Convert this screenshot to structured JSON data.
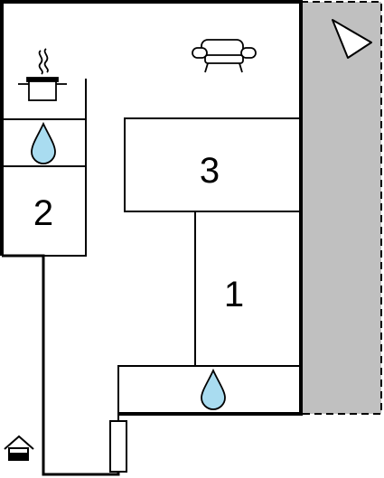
{
  "floor_plan": {
    "rooms": [
      {
        "id": "bedroom-3",
        "label": "3"
      },
      {
        "id": "bedroom-2",
        "label": "2"
      },
      {
        "id": "bedroom-1",
        "label": "1"
      }
    ],
    "icons": {
      "living_area": "sofa-icon",
      "kitchen": "cooking-pot-icon",
      "bathrooms": "water-drop-icon",
      "entrance": "house-entrance-icon",
      "orientation": "north-arrow-icon"
    },
    "colors": {
      "walls": "#000000",
      "terrace": "#c0c0c0",
      "water_drop": "#a9dcf0"
    }
  }
}
